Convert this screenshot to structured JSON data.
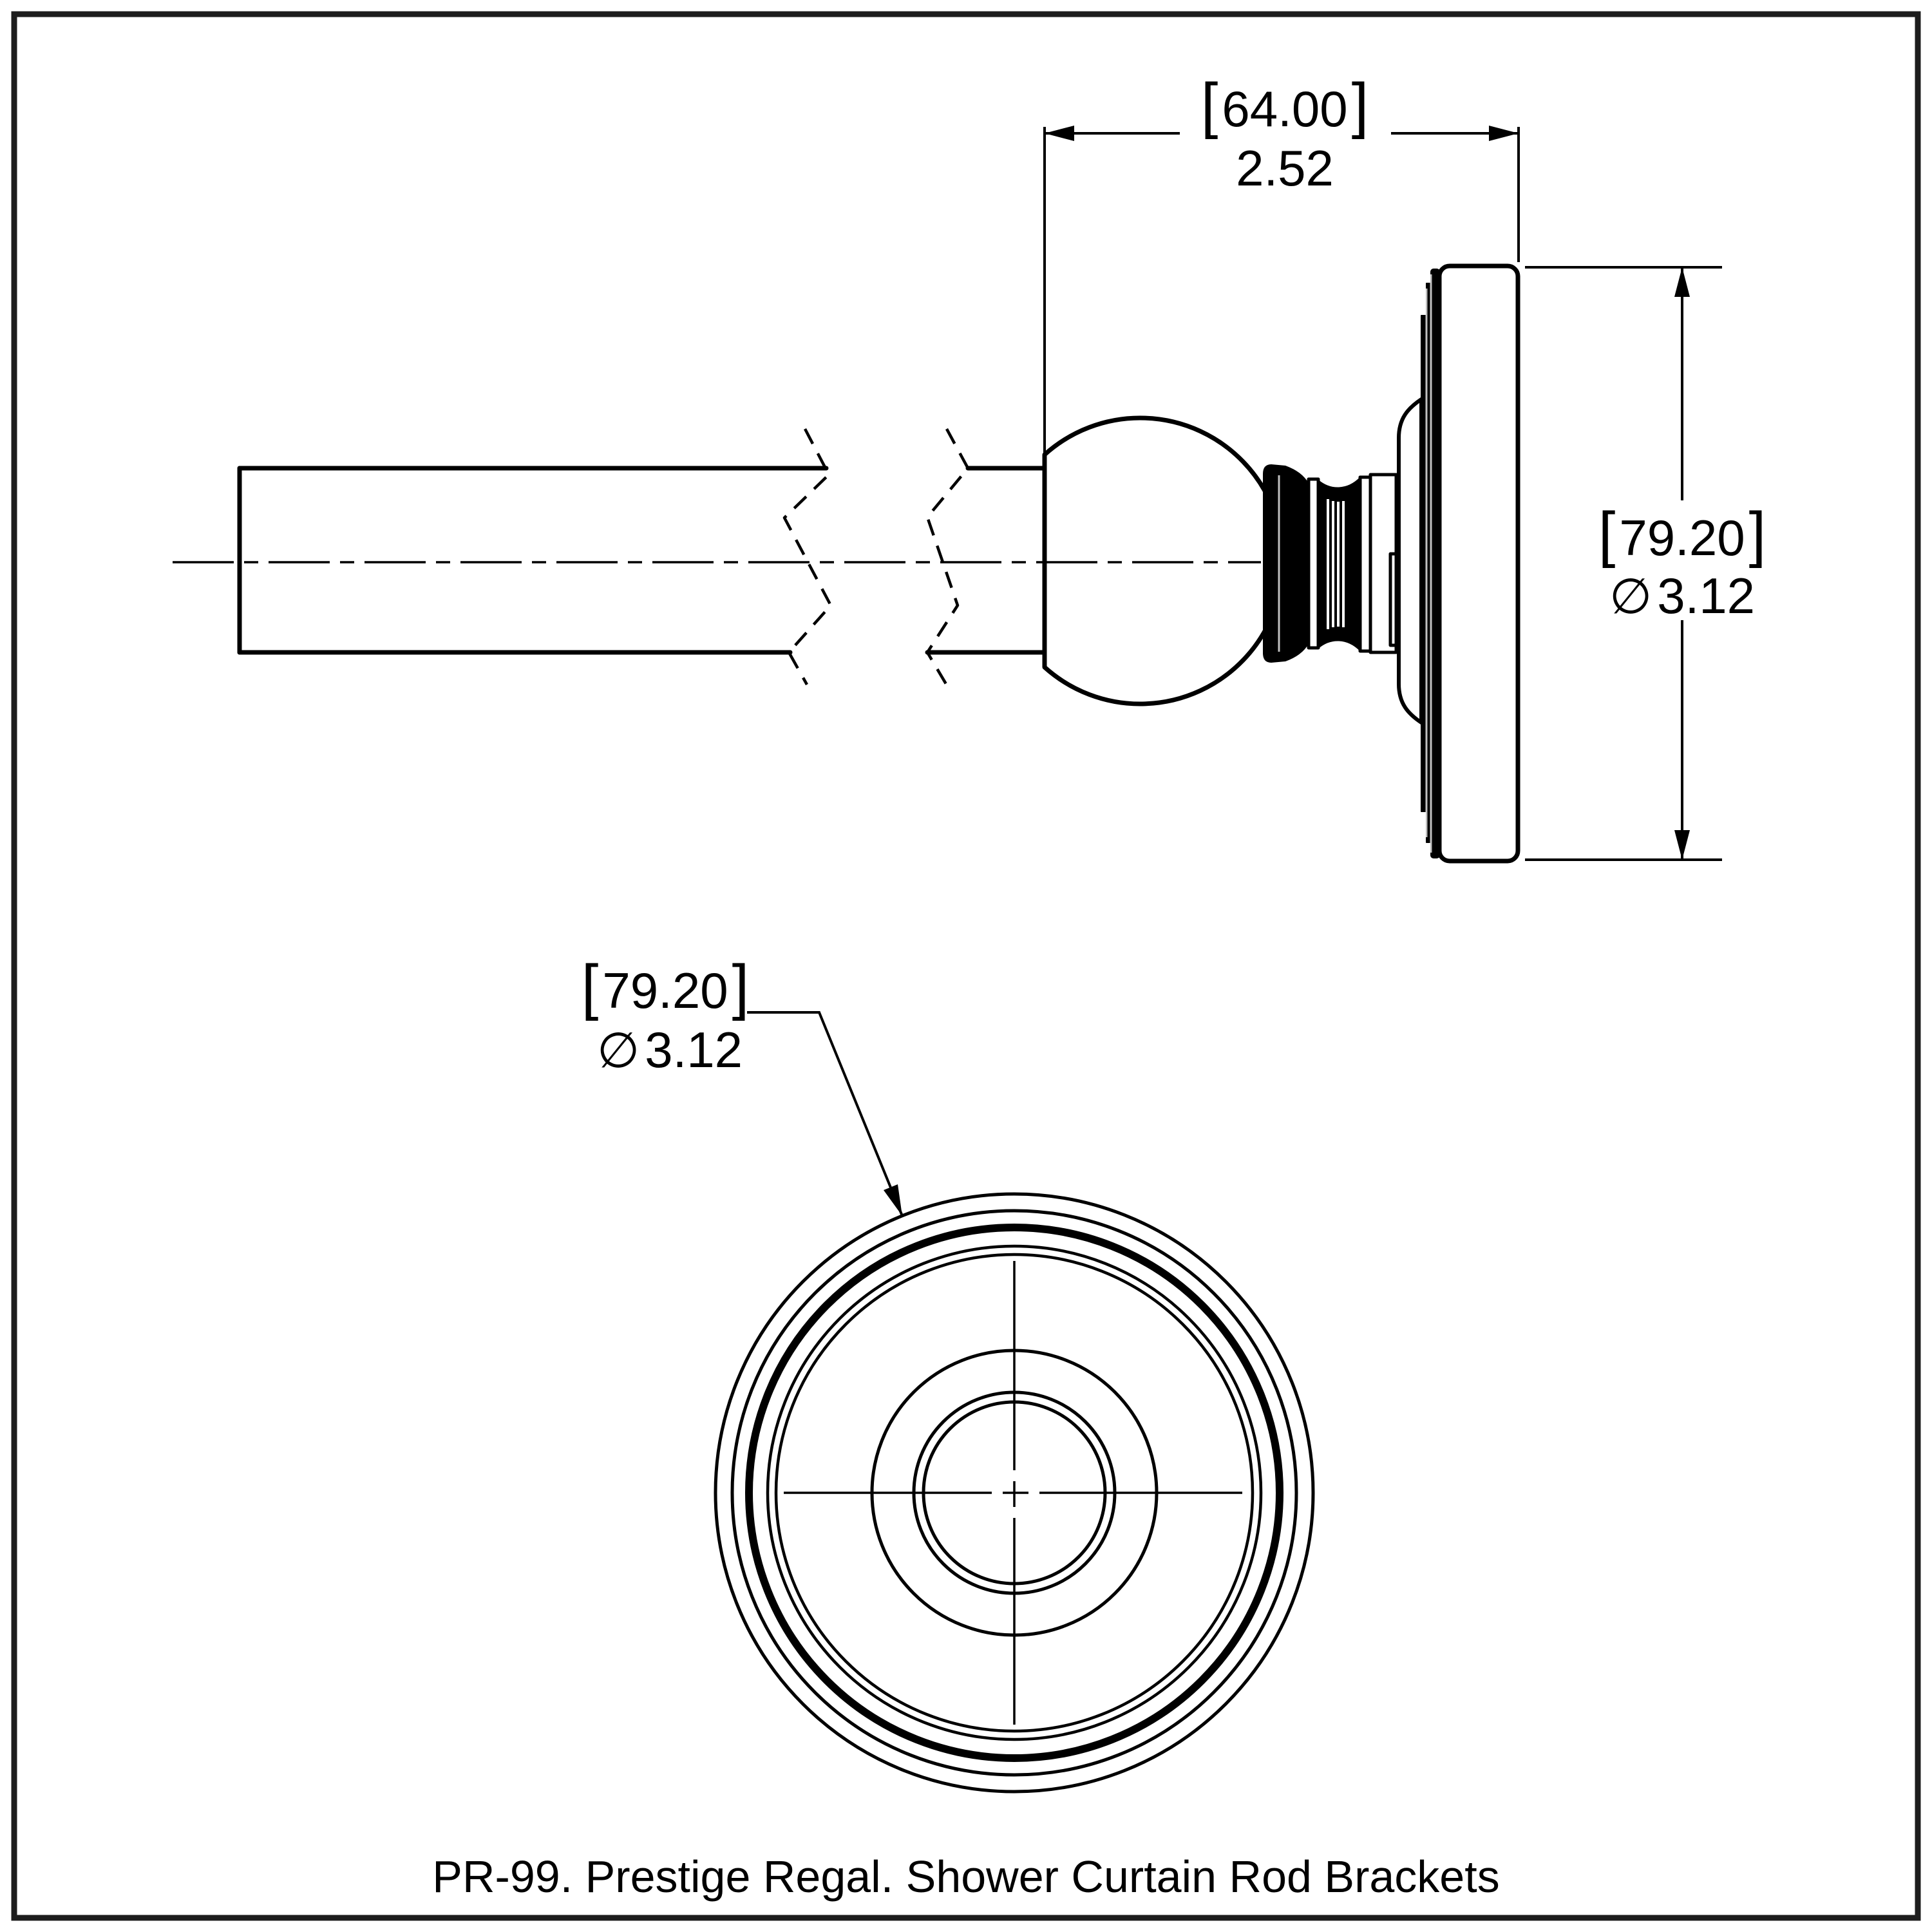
{
  "page": {
    "background": "#ffffff",
    "line_color": "#000000",
    "border_color": "#1d1d1d"
  },
  "caption": "PR-99. Prestige Regal. Shower Curtain Rod Brackets",
  "dimensions": {
    "spacing": {
      "bracket_open": "[",
      "mm": "64.00",
      "bracket_close": "]",
      "inches": "2.52"
    },
    "diameter_side": {
      "bracket_open": "[",
      "mm": "79.20",
      "bracket_close": "]",
      "symbol": "∅",
      "inches": "3.12"
    },
    "diameter_front": {
      "bracket_open": "[",
      "mm": "79.20",
      "bracket_close": "]",
      "symbol": "∅",
      "inches": "3.12"
    }
  }
}
